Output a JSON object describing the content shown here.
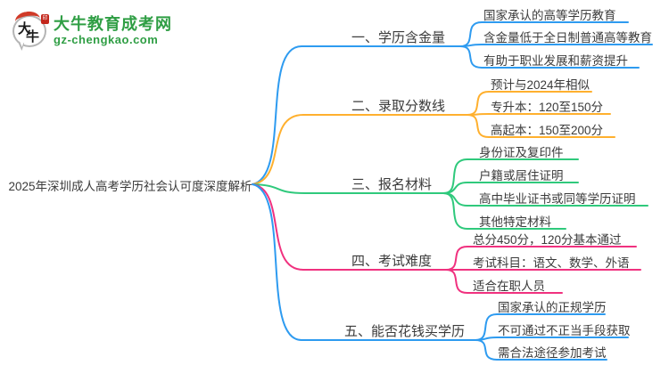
{
  "logo": {
    "badge_text": "大牛",
    "badge_char_1": "大",
    "badge_char_2": "牛",
    "seal_text": "印",
    "title": "大牛教育成考网",
    "subtitle": "gz-chengkao.com",
    "brand_color": "#2f9e44"
  },
  "central_topic": "2025年深圳成人高考学历社会认可度深度解析",
  "branches": [
    {
      "label": "一、学历含金量",
      "color": "#2e9bf0",
      "items": [
        "国家承认的高等学历教育",
        "含金量低于全日制普通高等教育",
        "有助于职业发展和薪资提升"
      ]
    },
    {
      "label": "二、录取分数线",
      "color": "#ffb02e",
      "items": [
        "预计与2024年相似",
        "专升本：120至150分",
        "高起本：150至200分"
      ]
    },
    {
      "label": "三、报名材料",
      "color": "#2fc97c",
      "items": [
        "身份证及复印件",
        "户籍或居住证明",
        "高中毕业证书或同等学历证明",
        "其他特定材料"
      ]
    },
    {
      "label": "四、考试难度",
      "color": "#f0317f",
      "items": [
        "总分450分，120分基本通过",
        "考试科目：语文、数学、外语",
        "适合在职人员"
      ]
    },
    {
      "label": "五、能否花钱买学历",
      "color": "#2e9bf0",
      "items": [
        "国家承认的正规学历",
        "不可通过不正当手段获取",
        "需合法途径参加考试"
      ]
    }
  ]
}
